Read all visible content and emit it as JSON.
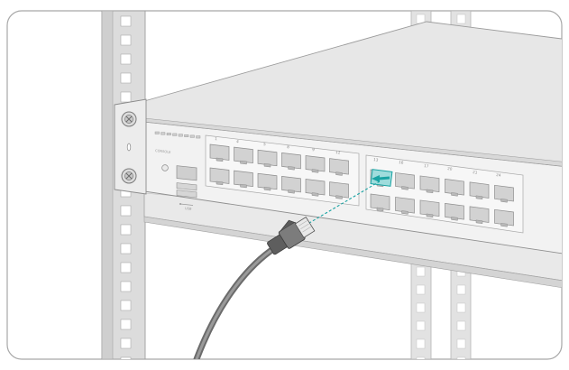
{
  "figure": {
    "subject": "",
    "switch": {
      "group_left_top": [
        "1",
        "4",
        "5",
        "8",
        "9",
        "12"
      ],
      "group_right_top": [
        "13",
        "16",
        "17",
        "20",
        "21",
        "24"
      ],
      "console_label": "CONSOLE",
      "usb_label": "USB"
    }
  },
  "colors": {
    "frame_border": "#9a9a9a",
    "rack_rail": "#d8d8d8",
    "rack_slot": "#ffffff",
    "chassis_top": "#e6e6e6",
    "chassis_front": "#f1f1f1",
    "port": "#cfcfcf",
    "port_dark": "#a9a9a9",
    "cable": "#6e6e6e",
    "connector_accent": "#1aa3a3",
    "dash_line": "#1aa3a3"
  },
  "icons": [
    "usb-icon",
    "led-indicator-icon",
    "screw-icon"
  ]
}
